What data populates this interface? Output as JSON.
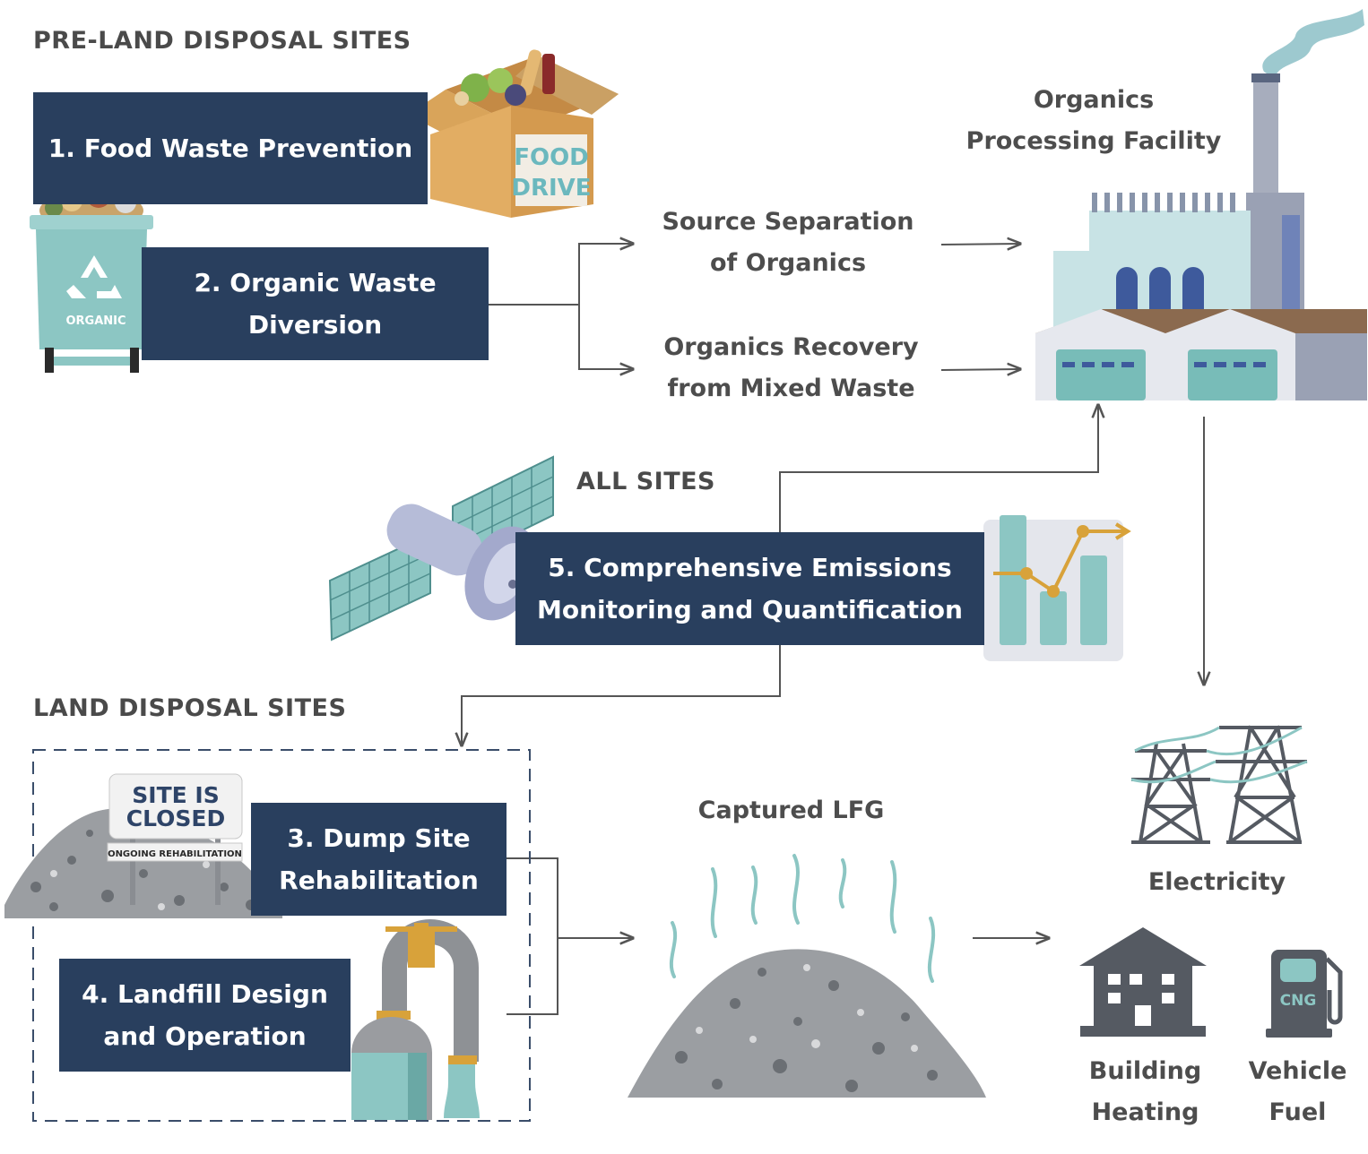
{
  "sections": {
    "pre_land": "PRE-LAND DISPOSAL SITES",
    "all_sites": "ALL SITES",
    "land": "LAND DISPOSAL SITES"
  },
  "boxes": {
    "b1": "1. Food Waste Prevention",
    "b2": [
      "2. Organic Waste",
      "Diversion"
    ],
    "b3": [
      "3. Dump Site",
      "Rehabilitation"
    ],
    "b4": [
      "4. Landfill Design",
      "and Operation"
    ],
    "b5": [
      "5. Comprehensive Emissions",
      "Monitoring and Quantification"
    ]
  },
  "flow": {
    "source_sep": [
      "Source Separation",
      "of Organics"
    ],
    "recovery": [
      "Organics Recovery",
      "from Mixed Waste"
    ],
    "facility": [
      "Organics",
      "Processing Facility"
    ],
    "captured": "Captured LFG",
    "electricity": "Electricity",
    "heating": [
      "Building",
      "Heating"
    ],
    "fuel": [
      "Vehicle",
      "Fuel"
    ]
  },
  "illustrations": {
    "box_text": [
      "FOOD",
      "DRIVE"
    ],
    "bin_text": "ORGANIC",
    "sign": [
      "SITE IS",
      "CLOSED"
    ],
    "sign_sub": "ONGOING REHABILITATION",
    "pump_text": "CNG"
  },
  "icons": [
    "food-drive-box-icon",
    "organic-bin-icon",
    "recycle-icon",
    "factory-icon",
    "satellite-icon",
    "bar-chart-icon",
    "site-closed-sign-icon",
    "waste-pile-icon",
    "gas-pipe-icon",
    "steam-icon",
    "power-tower-icon",
    "building-icon",
    "fuel-pump-icon"
  ],
  "colors": {
    "navy": "#293f5e",
    "teal": "#8cc6c3",
    "text": "#4d4d4d",
    "arrow": "#555555"
  }
}
